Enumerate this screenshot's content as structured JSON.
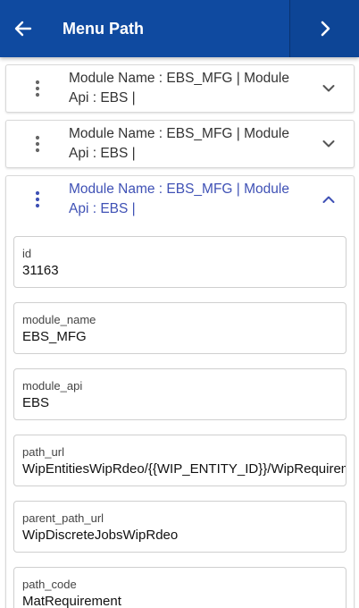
{
  "header": {
    "title": "Menu Path",
    "back_icon": "arrow-left-icon",
    "next_icon": "chevron-right-icon",
    "bg_color": "#0f4aa0"
  },
  "panels": [
    {
      "title": "Module Name : EBS_MFG | Module Api : EBS |",
      "expanded": false
    },
    {
      "title": "Module Name : EBS_MFG | Module Api : EBS |",
      "expanded": false
    },
    {
      "title": "Module Name : EBS_MFG | Module Api : EBS |",
      "expanded": true
    }
  ],
  "record": {
    "fields": [
      {
        "label": "id",
        "value": "31163"
      },
      {
        "label": "module_name",
        "value": "EBS_MFG"
      },
      {
        "label": "module_api",
        "value": "EBS"
      },
      {
        "label": "path_url",
        "value": "WipEntitiesWipRdeo/{{WIP_ENTITY_ID}}/WipRequirementOperationsWipRdeo"
      },
      {
        "label": "parent_path_url",
        "value": "WipDiscreteJobsWipRdeo"
      },
      {
        "label": "path_code",
        "value": "MatRequirement"
      }
    ]
  },
  "colors": {
    "accent": "#3f51b5",
    "kebab_active": "#3f51b5"
  }
}
